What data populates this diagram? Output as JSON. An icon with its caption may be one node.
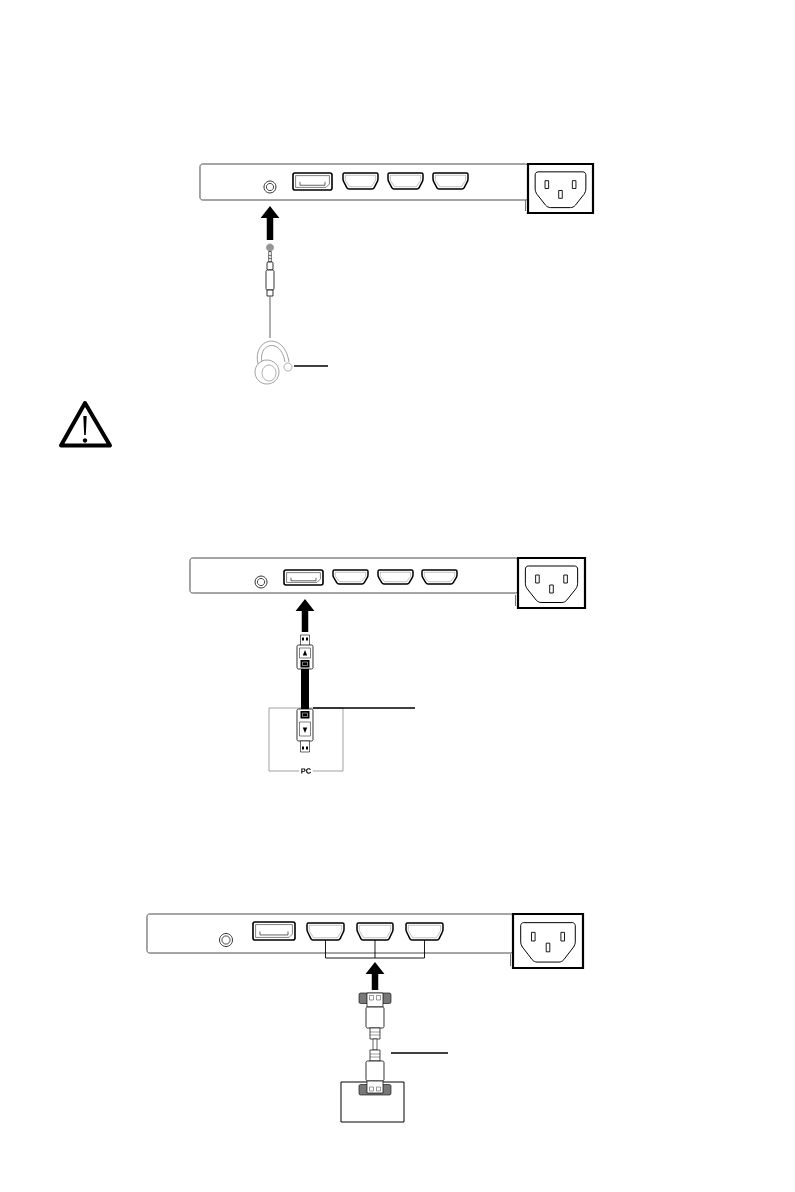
{
  "diagram": {
    "nodes": [
      {
        "text": [],
        "shape": "box"
      },
      {
        "text": [],
        "shape": "circle",
        "in": 0
      },
      {
        "text": [],
        "shape": "box",
        "in": 0
      },
      {
        "text": [],
        "shape": "trapezoid",
        "in": 0
      },
      {
        "text": [],
        "shape": "trapezoid",
        "in": 0
      },
      {
        "text": [],
        "shape": "trapezoid",
        "in": 0
      },
      {
        "text": [],
        "shape": "box"
      },
      {
        "text": [],
        "shape": "picture"
      },
      {
        "text": [],
        "shape": "box"
      },
      {
        "text": [],
        "shape": "circle",
        "in": 8
      },
      {
        "text": [],
        "shape": "box",
        "in": 8
      },
      {
        "text": [],
        "shape": "trapezoid",
        "in": 8
      },
      {
        "text": [],
        "shape": "trapezoid",
        "in": 8
      },
      {
        "text": [],
        "shape": "trapezoid",
        "in": 8
      },
      {
        "text": [],
        "shape": "box"
      },
      {
        "text": [],
        "shape": "picture"
      },
      {
        "text": [
          "PC"
        ]
      },
      {
        "text": [],
        "shape": "box"
      },
      {
        "text": [],
        "shape": "circle",
        "in": 17
      },
      {
        "text": [],
        "shape": "box",
        "in": 17
      },
      {
        "text": [],
        "shape": "trapezoid",
        "in": 17
      },
      {
        "text": [],
        "shape": "trapezoid",
        "in": 17
      },
      {
        "text": [],
        "shape": "trapezoid",
        "in": 17
      },
      {
        "text": [],
        "shape": "box"
      },
      {
        "text": [],
        "shape": "picture"
      },
      {
        "text": [],
        "shape": "box"
      }
    ],
    "edges": [
      {
        "from": 7,
        "to": 1,
        "arrow": "to",
        "style": "thick"
      },
      {
        "from": null,
        "to": 7,
        "arrow": "none"
      },
      {
        "from": 15,
        "to": 10,
        "arrow": "to",
        "style": "thick"
      },
      {
        "from": null,
        "to": 15,
        "arrow": "none"
      },
      {
        "from": 24,
        "to": 17,
        "arrow": "to",
        "style": "thick"
      },
      {
        "from": null,
        "to": 24,
        "arrow": "none"
      }
    ]
  }
}
